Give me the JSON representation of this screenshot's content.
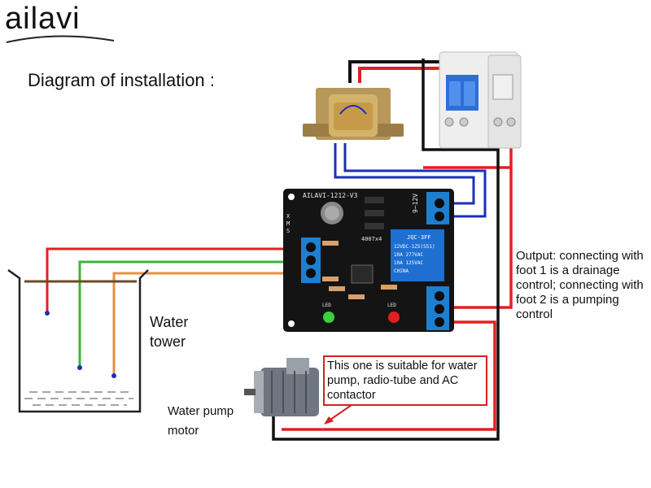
{
  "brand": {
    "logo_text": "ailavi"
  },
  "diagram": {
    "title": "Diagram of installation :",
    "water_tower_label": "Water tower",
    "water_pump_motor_label": "Water pump motor",
    "output_note": "Output: connecting with foot 1 is a drainage control; connecting with foot 2 is a pumping control",
    "suitability_note": "This one is suitable for water pump, radio-tube and AC contactor"
  },
  "board": {
    "model_label": "AILAVI-1212-V3",
    "power_label": "9~12V",
    "relay_brand": "JQC-3FF",
    "relay_line1": "12VDC-1ZS(551)",
    "relay_line2": "10A 277VAC",
    "relay_line3": "10A 125VAC",
    "relay_origin": "CHINA",
    "diode_label": "4007x4",
    "led_label_1": "LED",
    "led_label_2": "LED",
    "probe_labels": "X M S"
  },
  "colors": {
    "wire_red": "#e02020",
    "wire_black": "#111111",
    "wire_blue": "#1c2fb8",
    "wire_green": "#3db53d",
    "wire_orange": "#e8913a",
    "pcb": "#141414",
    "terminal": "#1e7fd0",
    "callout_border": "#d42020"
  }
}
